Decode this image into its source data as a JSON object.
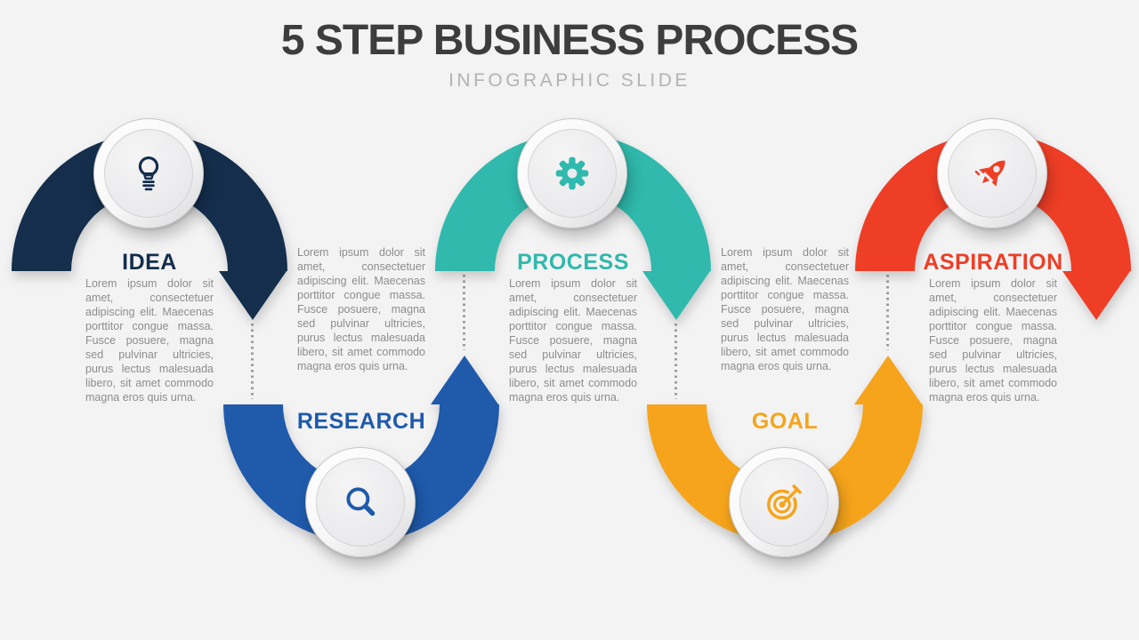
{
  "header": {
    "title": "5 STEP BUSINESS PROCESS",
    "subtitle": "INFOGRAPHIC SLIDE"
  },
  "colors": {
    "background": "#f3f3f4",
    "title_text": "#3d3d3d",
    "subtitle_text": "#b3b3b3",
    "body_text": "#8d8d8d",
    "connector_dots": "#9b9b9b",
    "node_inner": "#ececee"
  },
  "steps": [
    {
      "label": "IDEA",
      "icon": "lightbulb-icon",
      "color": "#142e4c",
      "arc_position": "top",
      "description": "Lorem ipsum dolor sit amet, consectetuer adipiscing elit. Maecenas porttitor congue massa. Fusce posuere, magna sed pulvinar ultricies, purus lectus malesuada libero, sit amet commodo magna eros quis urna."
    },
    {
      "label": "RESEARCH",
      "icon": "magnifier-icon",
      "color": "#1f5aab",
      "arc_position": "bottom",
      "description": "Lorem ipsum dolor sit amet, consectetuer adipiscing elit. Maecenas porttitor congue massa. Fusce posuere, magna sed pulvinar ultricies, purus lectus malesuada libero, sit amet commodo magna eros quis urna."
    },
    {
      "label": "PROCESS",
      "icon": "gear-icon",
      "color": "#30b9ac",
      "arc_position": "top",
      "description": "Lorem ipsum dolor sit amet, consectetuer adipiscing elit. Maecenas porttitor congue massa. Fusce posuere, magna sed pulvinar ultricies, purus lectus malesuada libero, sit amet commodo magna eros quis urna."
    },
    {
      "label": "GOAL",
      "icon": "target-icon",
      "color": "#f6a41b",
      "arc_position": "bottom",
      "description": "Lorem ipsum dolor sit amet, consectetuer adipiscing elit. Maecenas porttitor congue massa. Fusce posuere, magna sed pulvinar ultricies, purus lectus malesuada libero, sit amet commodo magna eros quis urna."
    },
    {
      "label": "ASPIRATION",
      "icon": "rocket-icon",
      "color": "#ef3e26",
      "arc_position": "top",
      "description": "Lorem ipsum dolor sit amet, consectetuer adipiscing elit. Maecenas porttitor congue massa. Fusce posuere, magna sed pulvinar ultricies, purus lectus malesuada libero, sit amet commodo magna eros quis urna."
    }
  ]
}
